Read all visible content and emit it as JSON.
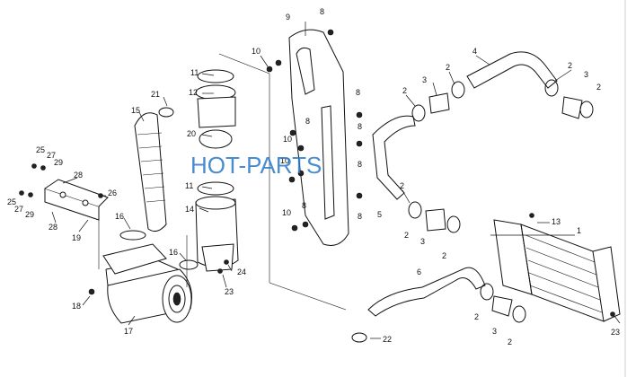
{
  "watermark": "HOT-PARTS",
  "callouts": {
    "c1": "1",
    "c2a": "2",
    "c2b": "2",
    "c2c": "2",
    "c2d": "2",
    "c2e": "2",
    "c2f": "2",
    "c2g": "2",
    "c2h": "2",
    "c2i": "2",
    "c3a": "3",
    "c3b": "3",
    "c3c": "3",
    "c3d": "3",
    "c4": "4",
    "c5": "5",
    "c6": "6",
    "c8a": "8",
    "c8b": "8",
    "c8c": "8",
    "c8d": "8",
    "c8e": "8",
    "c8f": "8",
    "c8g": "8",
    "c9": "9",
    "c10a": "10",
    "c10b": "10",
    "c10c": "10",
    "c10d": "10",
    "c11a": "11",
    "c11b": "11",
    "c12": "12",
    "c13": "13",
    "c14": "14",
    "c15": "15",
    "c16a": "16",
    "c16b": "16",
    "c17": "17",
    "c18": "18",
    "c19": "19",
    "c20": "20",
    "c21": "21",
    "c22": "22",
    "c23a": "23",
    "c23b": "23",
    "c24": "24",
    "c25a": "25",
    "c25b": "25",
    "c26": "26",
    "c27a": "27",
    "c27b": "27",
    "c28a": "28",
    "c28b": "28",
    "c29a": "29",
    "c29b": "29"
  }
}
